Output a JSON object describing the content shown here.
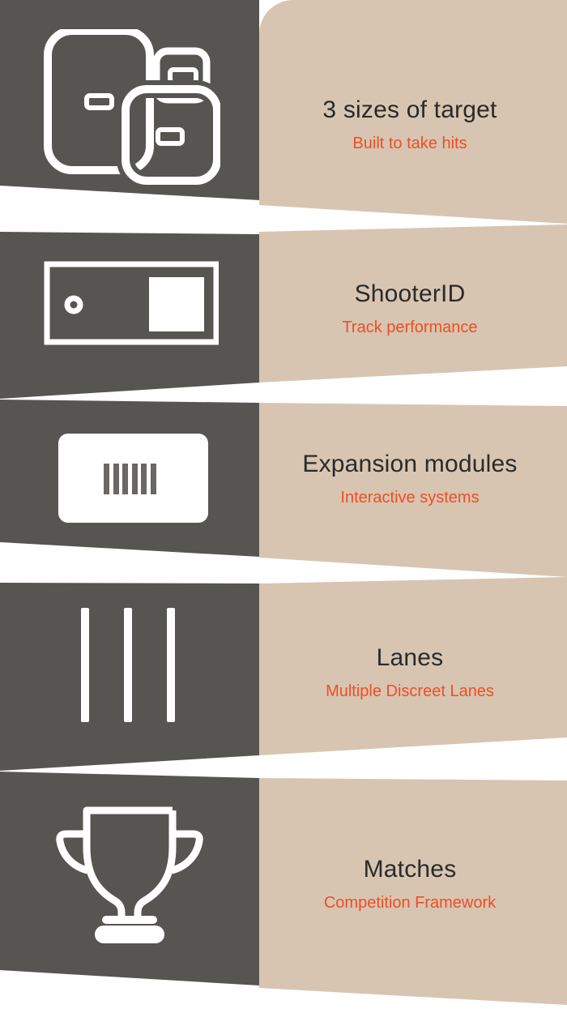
{
  "colors": {
    "dark_panel": "#575551",
    "beige_panel": "#d7c5b2",
    "accent": "#ef4e22",
    "title_text": "#2b2a28",
    "icon_white": "#ffffff",
    "barcode_bars": "#6a6764"
  },
  "sections": [
    {
      "title": "3 sizes of target",
      "subtitle": "Built to take hits",
      "icon": "targets-icon"
    },
    {
      "title": "ShooterID",
      "subtitle": "Track performance",
      "icon": "shooter-id-card-icon"
    },
    {
      "title": "Expansion modules",
      "subtitle": "Interactive systems",
      "icon": "barcode-module-icon"
    },
    {
      "title": "Lanes",
      "subtitle": "Multiple Discreet Lanes",
      "icon": "lanes-icon"
    },
    {
      "title": "Matches",
      "subtitle": "Competition Framework",
      "icon": "trophy-icon"
    }
  ]
}
